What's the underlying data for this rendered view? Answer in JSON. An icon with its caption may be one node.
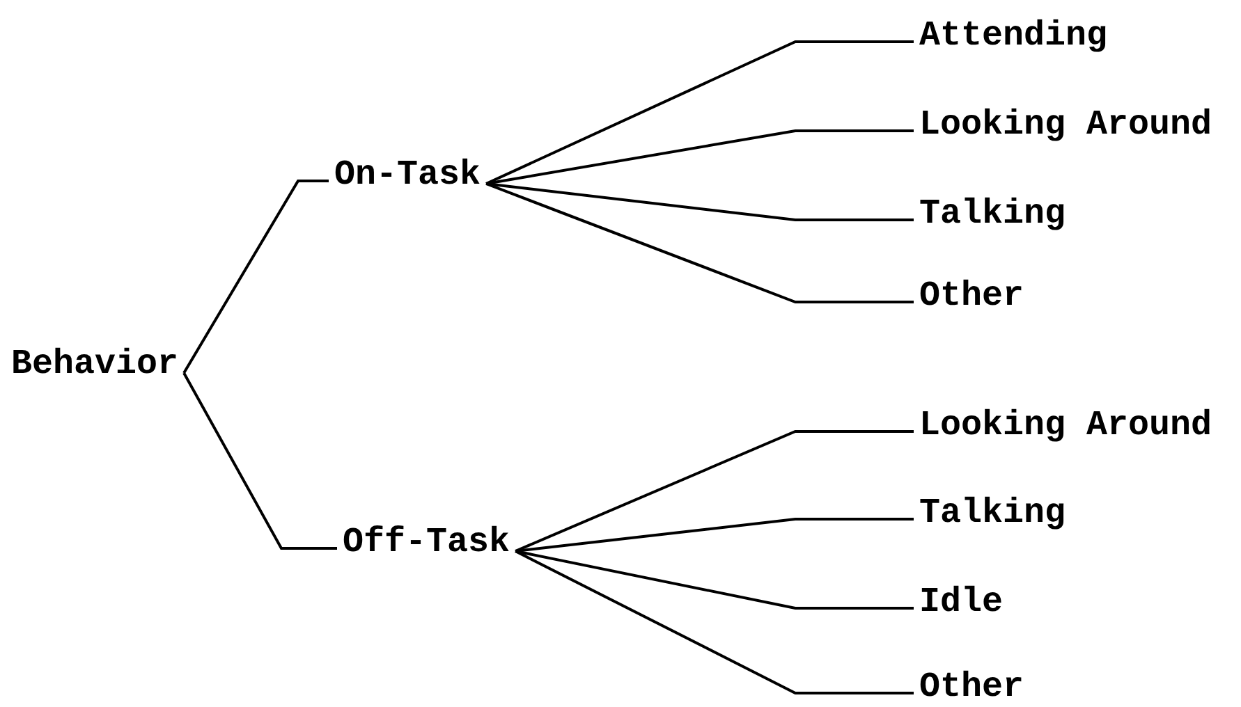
{
  "diagram": {
    "nodes": [
      {
        "text": [
          "Behavior"
        ]
      },
      {
        "text": [
          "On-Task"
        ]
      },
      {
        "text": [
          "Off-Task"
        ]
      },
      {
        "text": [
          "Attending"
        ]
      },
      {
        "text": [
          "Looking Around"
        ]
      },
      {
        "text": [
          "Talking"
        ]
      },
      {
        "text": [
          "Other"
        ]
      },
      {
        "text": [
          "Looking Around"
        ]
      },
      {
        "text": [
          "Talking"
        ]
      },
      {
        "text": [
          "Idle"
        ]
      },
      {
        "text": [
          "Other"
        ]
      }
    ],
    "edges": [
      {
        "from": 0,
        "to": 1,
        "arrow": "none"
      },
      {
        "from": 0,
        "to": 2,
        "arrow": "none"
      },
      {
        "from": 1,
        "to": 3,
        "arrow": "none"
      },
      {
        "from": 1,
        "to": 4,
        "arrow": "none"
      },
      {
        "from": 1,
        "to": 5,
        "arrow": "none"
      },
      {
        "from": 1,
        "to": 6,
        "arrow": "none"
      },
      {
        "from": 2,
        "to": 7,
        "arrow": "none"
      },
      {
        "from": 2,
        "to": 8,
        "arrow": "none"
      },
      {
        "from": 2,
        "to": 9,
        "arrow": "none"
      },
      {
        "from": 2,
        "to": 10,
        "arrow": "none"
      }
    ]
  }
}
